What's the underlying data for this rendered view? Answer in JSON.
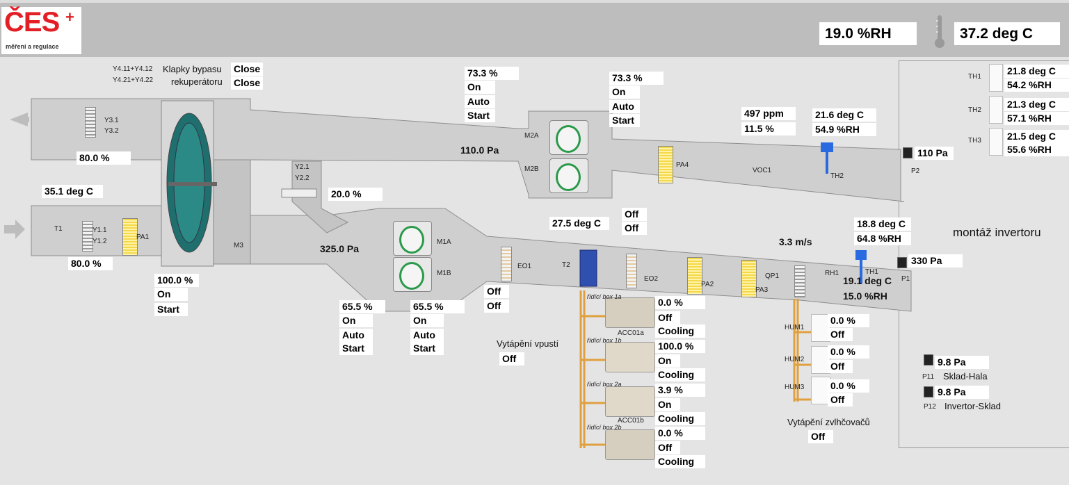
{
  "header": {
    "logo_text": "ČES",
    "logo_sub": "měření a regulace",
    "humidity": "19.0 %RH",
    "temperature": "37.2 deg C"
  },
  "colors": {
    "logo_red": "#e31e24",
    "duct": "#c9c9c9",
    "sensor_blue": "#2a6ae0",
    "fan_green": "#2a9a4a"
  },
  "bypass": {
    "ids_top": "Y4.11+Y4.12",
    "ids_bottom": "Y4.21+Y4.22",
    "label_line1": "Klapky bypasu",
    "label_line2": "rekuperátoru",
    "state1": "Close",
    "state2": "Close"
  },
  "exhaust_side": {
    "damper_y3_pos": "80.0 %",
    "y3_1": "Y3.1",
    "y3_2": "Y3.2",
    "m2_out": "73.3 %",
    "m2_state": "On",
    "m2_mode": "Auto",
    "m2_cmd": "Start",
    "m2b_out": "73.3 %",
    "m2b_state": "On",
    "m2b_mode": "Auto",
    "m2b_cmd": "Start",
    "m2_pressure": "110.0 Pa",
    "m2a": "M2A",
    "m2b": "M2B",
    "pa4": "PA4",
    "voc_ppm": "497 ppm",
    "voc_pct": "11.5 %",
    "voc1": "VOC1",
    "th2_temp": "21.6 deg C",
    "th2_rh": "54.9 %RH",
    "th2": "TH2",
    "p2_value": "110 Pa",
    "p2": "P2"
  },
  "supply_side": {
    "t1_temp": "35.1 deg C",
    "t1": "T1",
    "y1_1": "Y1.1",
    "y1_2": "Y1.2",
    "pa1": "PA1",
    "y1_pos": "80.0 %",
    "rotor_out": "100.0 %",
    "rotor_state": "On",
    "rotor_cmd": "Start",
    "m3": "M3",
    "y2_1": "Y2.1",
    "y2_2": "Y2.2",
    "y2_pos": "20.0 %",
    "m1_pressure": "325.0 Pa",
    "m1a": "M1A",
    "m1b": "M1B",
    "m1a_out": "65.5 %",
    "m1a_state": "On",
    "m1a_mode": "Auto",
    "m1a_cmd": "Start",
    "m1b_out": "65.5 %",
    "m1b_state": "On",
    "m1b_mode": "Auto",
    "m1b_cmd": "Start",
    "eo1": "EO1",
    "eo1_a": "Off",
    "eo1_b": "Off",
    "t2_temp": "27.5 deg C",
    "t2": "T2",
    "eo2": "EO2",
    "eo2_a": "Off",
    "eo2_b": "Off",
    "pa2": "PA2",
    "pa3": "PA3",
    "qp1": "QP1",
    "airspeed": "3.3 m/s",
    "rh1": "RH1",
    "th1_temp": "18.8 deg C",
    "th1_rh": "64.8 %RH",
    "th1": "TH1",
    "rh1_temp": "19.1 deg C",
    "rh1_rh": "15.0 %RH",
    "p1_value": "330 Pa",
    "p1": "P1"
  },
  "cooling": {
    "heating_label": "Vytápění vpustí",
    "heating_state": "Off",
    "units": [
      {
        "box": "řídící box 1a",
        "out": "0.0 %",
        "state": "Off",
        "mode": "Cooling",
        "name": "ACC01a"
      },
      {
        "box": "řídící box 1b",
        "out": "100.0 %",
        "state": "On",
        "mode": "Cooling",
        "name": ""
      },
      {
        "box": "řídící box 2a",
        "out": "3.9 %",
        "state": "On",
        "mode": "Cooling",
        "name": "ACC01b"
      },
      {
        "box": "řídící box 2b",
        "out": "0.0 %",
        "state": "Off",
        "mode": "Cooling",
        "name": ""
      }
    ]
  },
  "humidifiers": {
    "items": [
      {
        "name": "HUM1",
        "out": "0.0 %",
        "state": "Off"
      },
      {
        "name": "HUM2",
        "out": "0.0 %",
        "state": "Off"
      },
      {
        "name": "HUM3",
        "out": "0.0 %",
        "state": "Off"
      }
    ],
    "heating_label": "Vytápění zvlhčovačů",
    "heating_state": "Off"
  },
  "room": {
    "title": "montáž invertoru",
    "sensors": [
      {
        "name": "TH1",
        "temp": "21.8 deg C",
        "rh": "54.2 %RH"
      },
      {
        "name": "TH2",
        "temp": "21.3 deg C",
        "rh": "57.1 %RH"
      },
      {
        "name": "TH3",
        "temp": "21.5 deg C",
        "rh": "55.6 %RH"
      }
    ],
    "p11_value": "9.8 Pa",
    "p11": "P11",
    "p11_label": "Sklad-Hala",
    "p12_value": "9.8 Pa",
    "p12": "P12",
    "p12_label": "Invertor-Sklad"
  }
}
